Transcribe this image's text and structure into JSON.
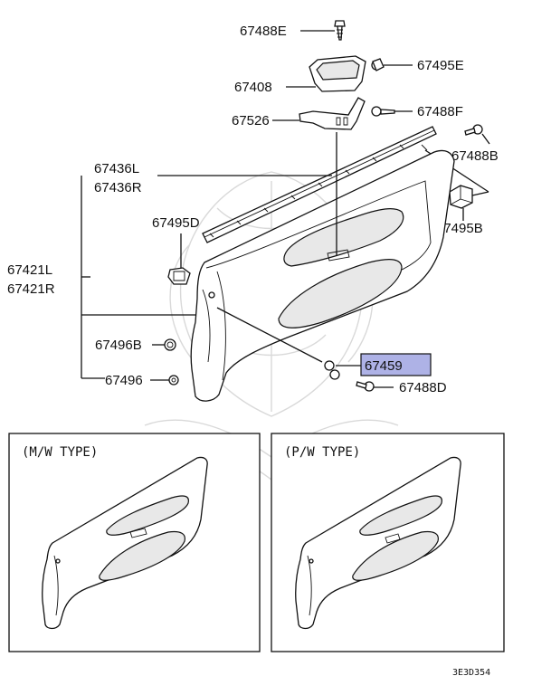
{
  "parts": {
    "p67488E": "67488E",
    "p67495E": "67495E",
    "p67408": "67408",
    "p67488F": "67488F",
    "p67526": "67526",
    "p67488B": "67488B",
    "p67436L": "67436L",
    "p67436R": "67436R",
    "p67495D": "67495D",
    "p67495B": "67495B",
    "p67421L": "67421L",
    "p67421R": "67421R",
    "p67496B": "67496B",
    "p67459": "67459",
    "p67496": "67496",
    "p67488D": "67488D"
  },
  "variants": {
    "mw": "(M/W TYPE)",
    "pw": "(P/W TYPE)"
  },
  "diagram_code": "3E3D354",
  "colors": {
    "highlight_box": "#aeb2e6",
    "line": "#111111"
  }
}
